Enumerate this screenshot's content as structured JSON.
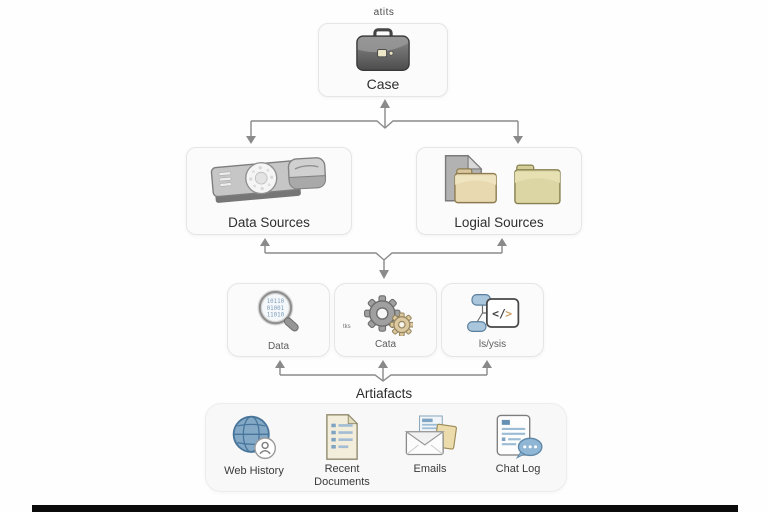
{
  "diagram": {
    "top_caption": "atits",
    "case_node": {
      "label": "Case",
      "icon": "briefcase-icon"
    },
    "source_nodes": [
      {
        "label": "Data Sources",
        "icon": "storage-device-icon"
      },
      {
        "label": "Logial Sources",
        "icon": "folders-icon"
      }
    ],
    "process_nodes": [
      {
        "label": "Data",
        "icon": "magnifier-binary-icon"
      },
      {
        "label": "Cata",
        "icon": "gears-icon",
        "tiny_caption": "tks"
      },
      {
        "label": "ls/ysis",
        "icon": "code-script-icon"
      }
    ],
    "artifacts": {
      "title": "Artiafacts",
      "items": [
        {
          "label": "Web History",
          "icon": "globe-history-icon"
        },
        {
          "label": "Recent Documents",
          "icon": "document-icon"
        },
        {
          "label": "Emails",
          "icon": "envelope-icon"
        },
        {
          "label": "Chat Log",
          "icon": "chat-document-icon"
        }
      ]
    },
    "colors": {
      "node_border": "#e5e5e5",
      "node_fill": "#fbfbfb",
      "connector": "#8a8a8a",
      "label_text": "#2f2f2f",
      "accent_blue": "#7fa3c2",
      "accent_tan": "#dcc9a2",
      "folder_khaki": "#dcd6a4",
      "bottom_bar": "#0b0b0b"
    }
  }
}
